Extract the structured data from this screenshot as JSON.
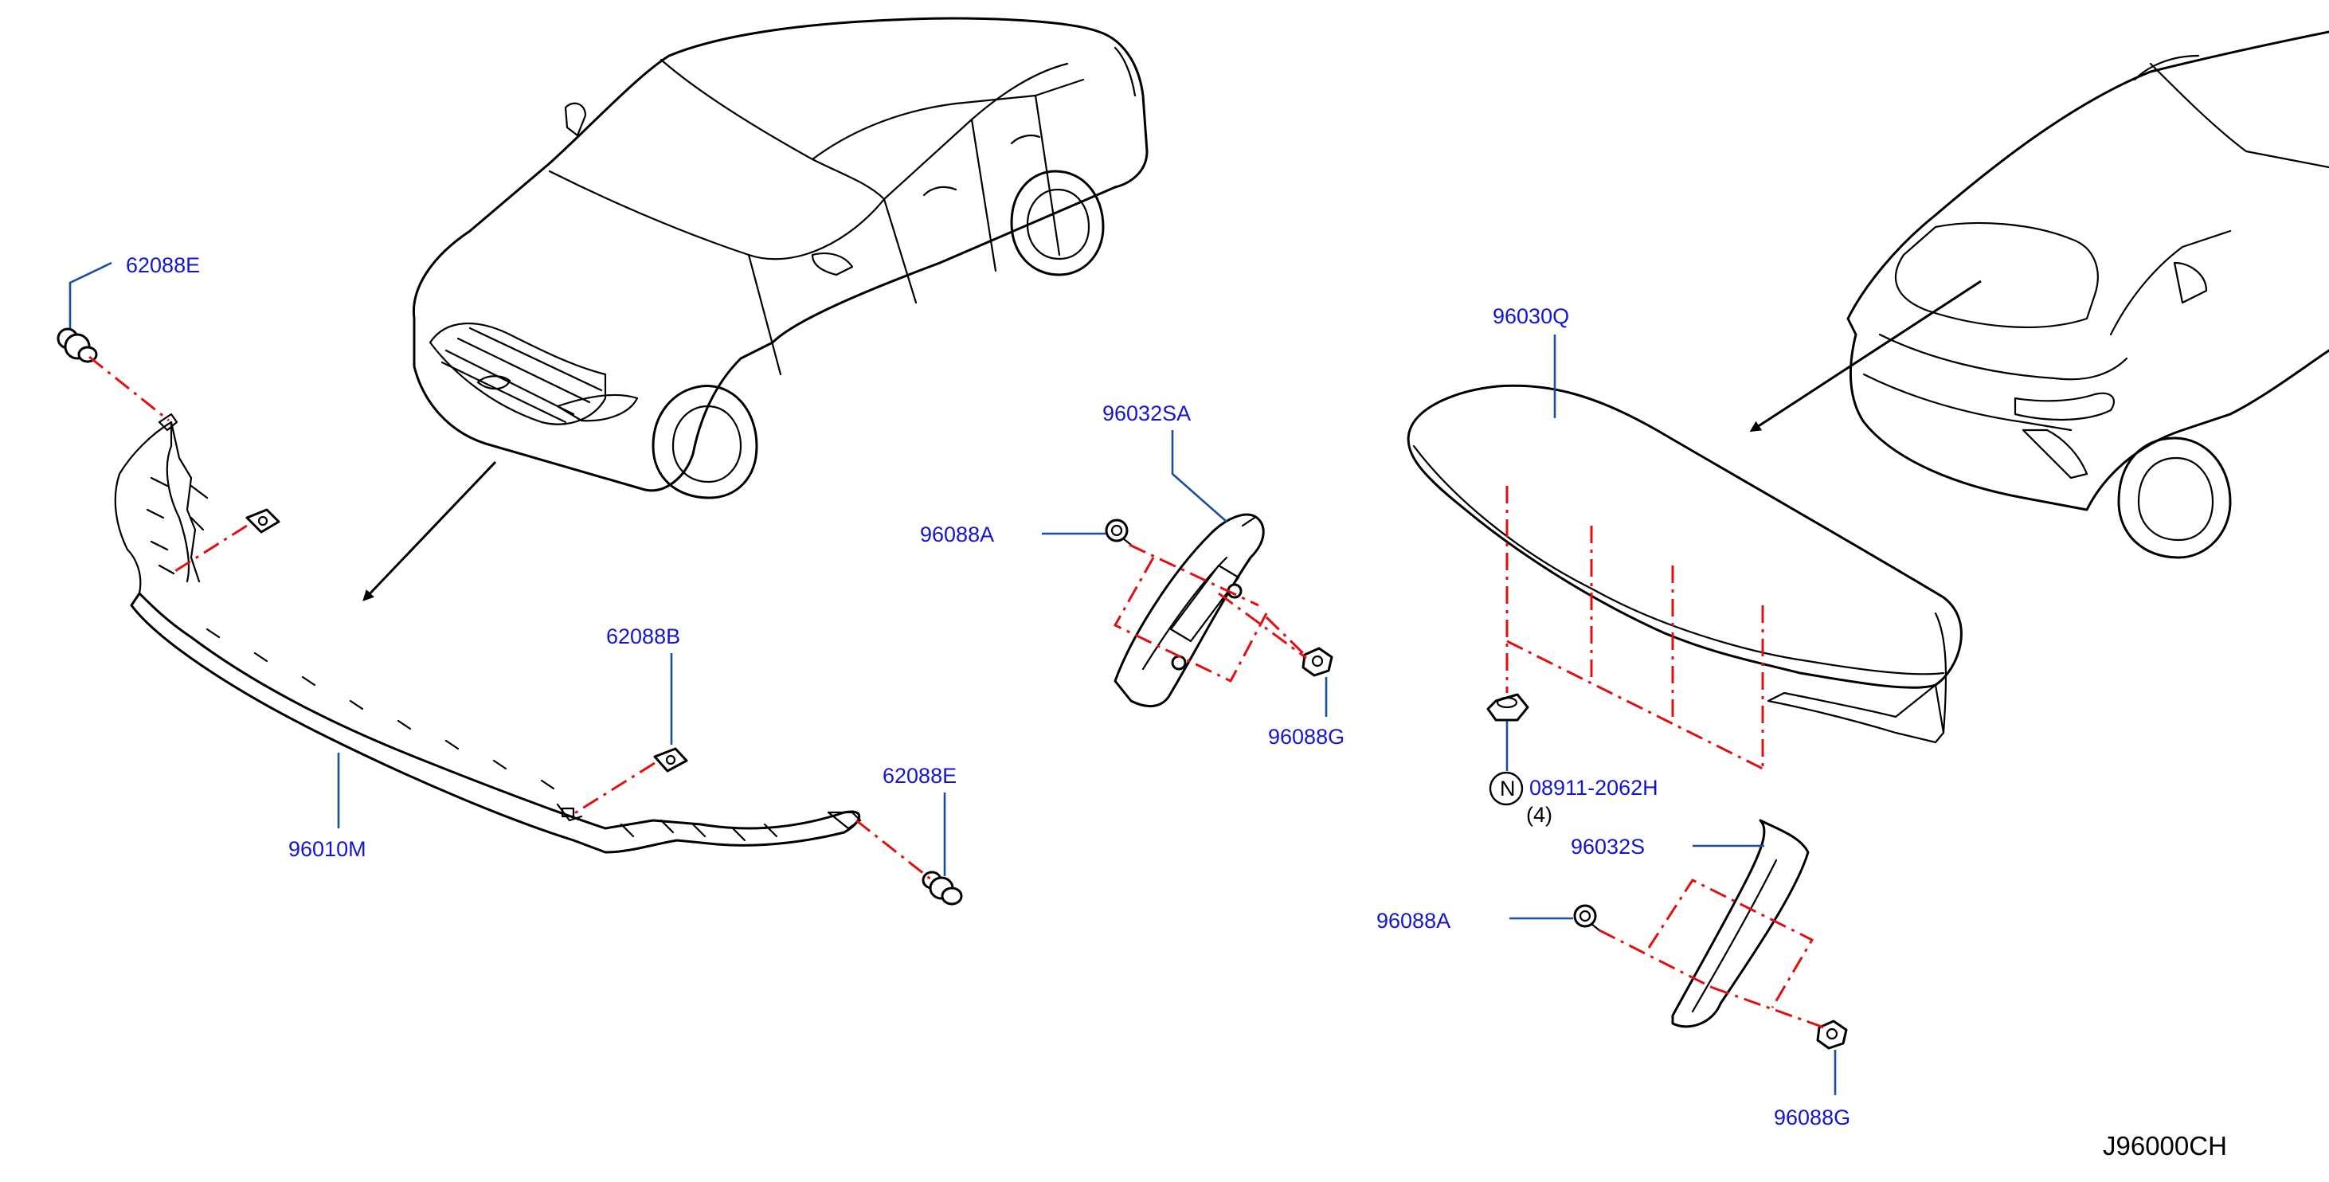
{
  "diagram_code": "J96000CH",
  "colors": {
    "label": "#1515d0",
    "leader": "#1a4fa0",
    "dash": "#e01010",
    "outline": "#000000"
  },
  "labels": {
    "p62088E_left": "62088E",
    "p96010M": "96010M",
    "p62088B": "62088B",
    "p62088E_right": "62088E",
    "p96032SA": "96032SA",
    "p96088A_top": "96088A",
    "p96088G_top": "96088G",
    "p96030Q": "96030Q",
    "p08911": "08911-2062H",
    "p08911_qty": "(4)",
    "n_symbol": "N",
    "p96032S": "96032S",
    "p96088A_bottom": "96088A",
    "p96088G_bottom": "96088G"
  }
}
